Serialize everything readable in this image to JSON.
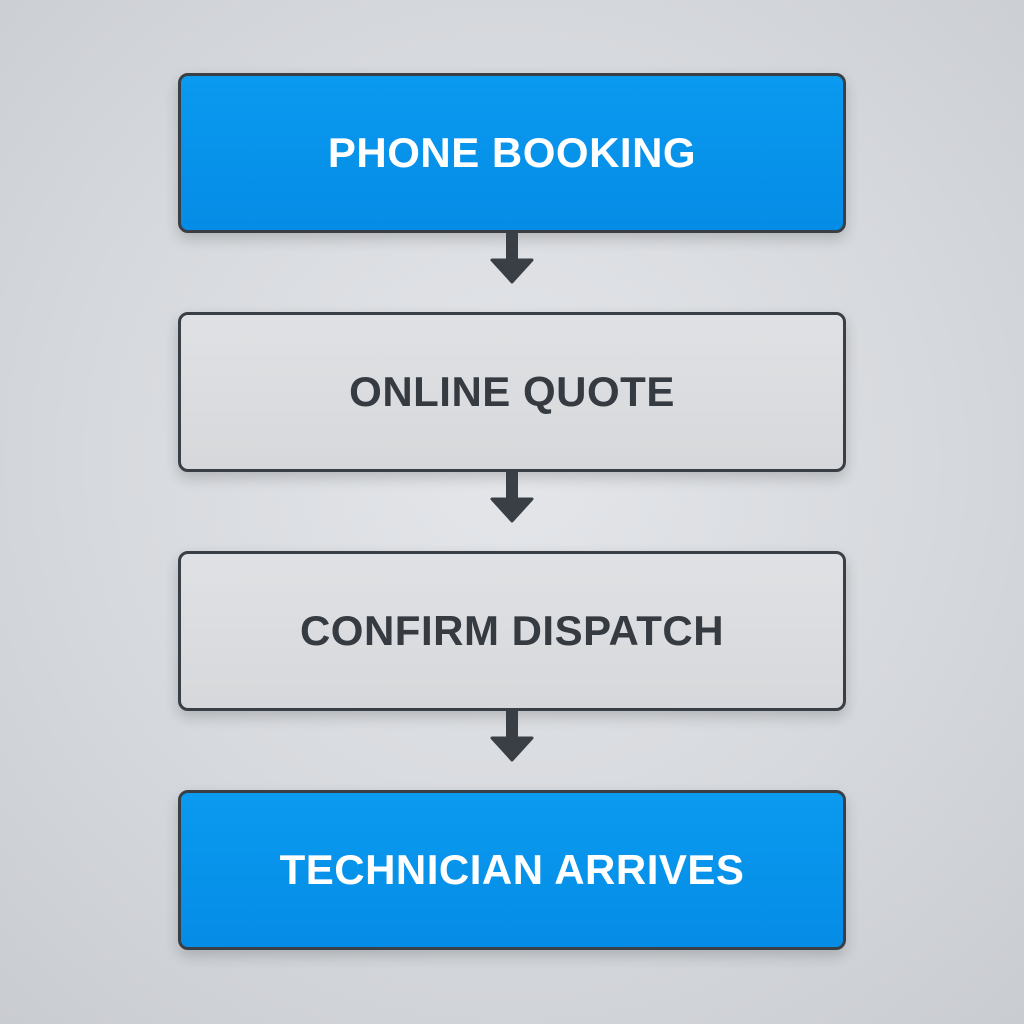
{
  "flow": {
    "steps": [
      {
        "label": "PHONE BOOKING",
        "style": "primary"
      },
      {
        "label": "ONLINE QUOTE",
        "style": "secondary"
      },
      {
        "label": "CONFIRM DISPATCH",
        "style": "secondary"
      },
      {
        "label": "TECHNICIAN ARRIVES",
        "style": "primary"
      }
    ],
    "arrow_icon": "arrow-down-icon"
  },
  "colors": {
    "primary_fill": "#0893ea",
    "secondary_fill": "#d9dbde",
    "border": "#3a3f45",
    "arrow": "#3a3f45",
    "primary_text": "#ffffff",
    "secondary_text": "#363b42",
    "background": "#d6d9dd"
  }
}
